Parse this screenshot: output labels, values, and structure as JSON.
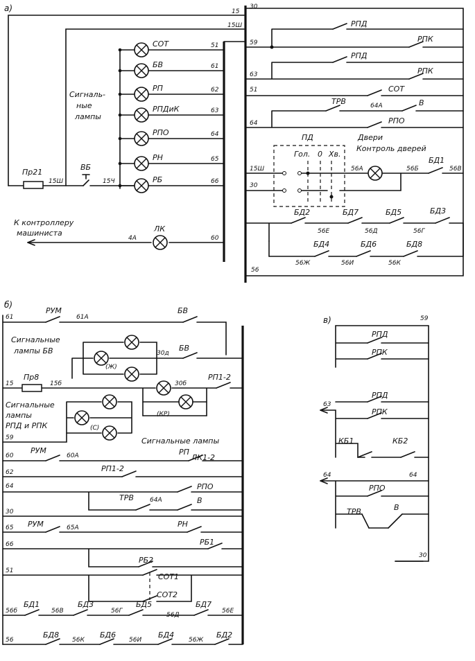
{
  "part_a": {
    "label": "а)",
    "wires": [
      "15",
      "15Ш",
      "30",
      "51",
      "61",
      "62",
      "63",
      "64",
      "65",
      "66",
      "59",
      "63",
      "51",
      "64",
      "15Ш",
      "30",
      "56А",
      "56Б",
      "56В",
      "56Е",
      "56Д",
      "56Г",
      "56Ж",
      "56И",
      "56К",
      "56",
      "4А",
      "60",
      "15Ш",
      "15Ч"
    ],
    "fuse": "Пр21",
    "switch": "ВБ",
    "lamp_group_caption": [
      "Сигналь-",
      "ные",
      "лампы"
    ],
    "lamps": [
      "СОТ",
      "БВ",
      "РП",
      "РПДиК",
      "РПО",
      "РН",
      "РБ"
    ],
    "lamp_wires": [
      "51",
      "61",
      "62",
      "63",
      "64",
      "65",
      "66"
    ],
    "right_contacts": [
      "РПД",
      "РПК",
      "РПД",
      "РПК",
      "СОТ",
      "ТРВ",
      "64А",
      "В",
      "РПО"
    ],
    "door_panel": {
      "title": "ПД",
      "positions": [
        "Гол.",
        "0",
        "Хв."
      ],
      "caption": [
        "Двери",
        "Контроль дверей"
      ]
    },
    "door_switches": [
      "БД1",
      "БД2",
      "БД7",
      "БД5",
      "БД3",
      "БД4",
      "БД6",
      "БД8"
    ],
    "arrow_caption": [
      "К контроллеру",
      "машиниста"
    ],
    "lk_lamp": "ЛК"
  },
  "part_b": {
    "label": "б)",
    "left_wires": [
      "61",
      "15",
      "59",
      "60",
      "62",
      "64",
      "30",
      "65",
      "66",
      "51",
      "56б",
      "56"
    ],
    "contacts": [
      "РУМ",
      "61А",
      "БВ",
      "30д",
      "БВ",
      "Пр8",
      "15б",
      "30б",
      "РП1-2",
      "(Ж)",
      "(С)",
      "(КР)",
      "РУМ",
      "60А",
      "ЛК1-2",
      "РП1-2",
      "РПО",
      "ТРВ",
      "64А",
      "В",
      "РУМ",
      "65А",
      "РН",
      "РБ1",
      "РБ2",
      "СОТ1",
      "СОТ2"
    ],
    "captions": {
      "bv": [
        "Сигнальные",
        "лампы БВ"
      ],
      "rpd": [
        "Сигнальные",
        "лампы",
        "РПД и РПК"
      ],
      "rp": [
        "Сигнальные лампы",
        "РП"
      ]
    },
    "door_row1": [
      "БД1",
      "56В",
      "БД3",
      "56Г",
      "БД5",
      "56Д",
      "БД7",
      "56Е"
    ],
    "door_row2": [
      "БД8",
      "56К",
      "БД6",
      "56И",
      "БД4",
      "56Ж",
      "БД2"
    ]
  },
  "part_c": {
    "label": "в)",
    "wires": [
      "59",
      "63",
      "64",
      "64",
      "30"
    ],
    "contacts": [
      "РПД",
      "РПК",
      "РПД",
      "РПК",
      "КБ1",
      "КБ2",
      "РПО",
      "ТРВ",
      "В"
    ]
  }
}
